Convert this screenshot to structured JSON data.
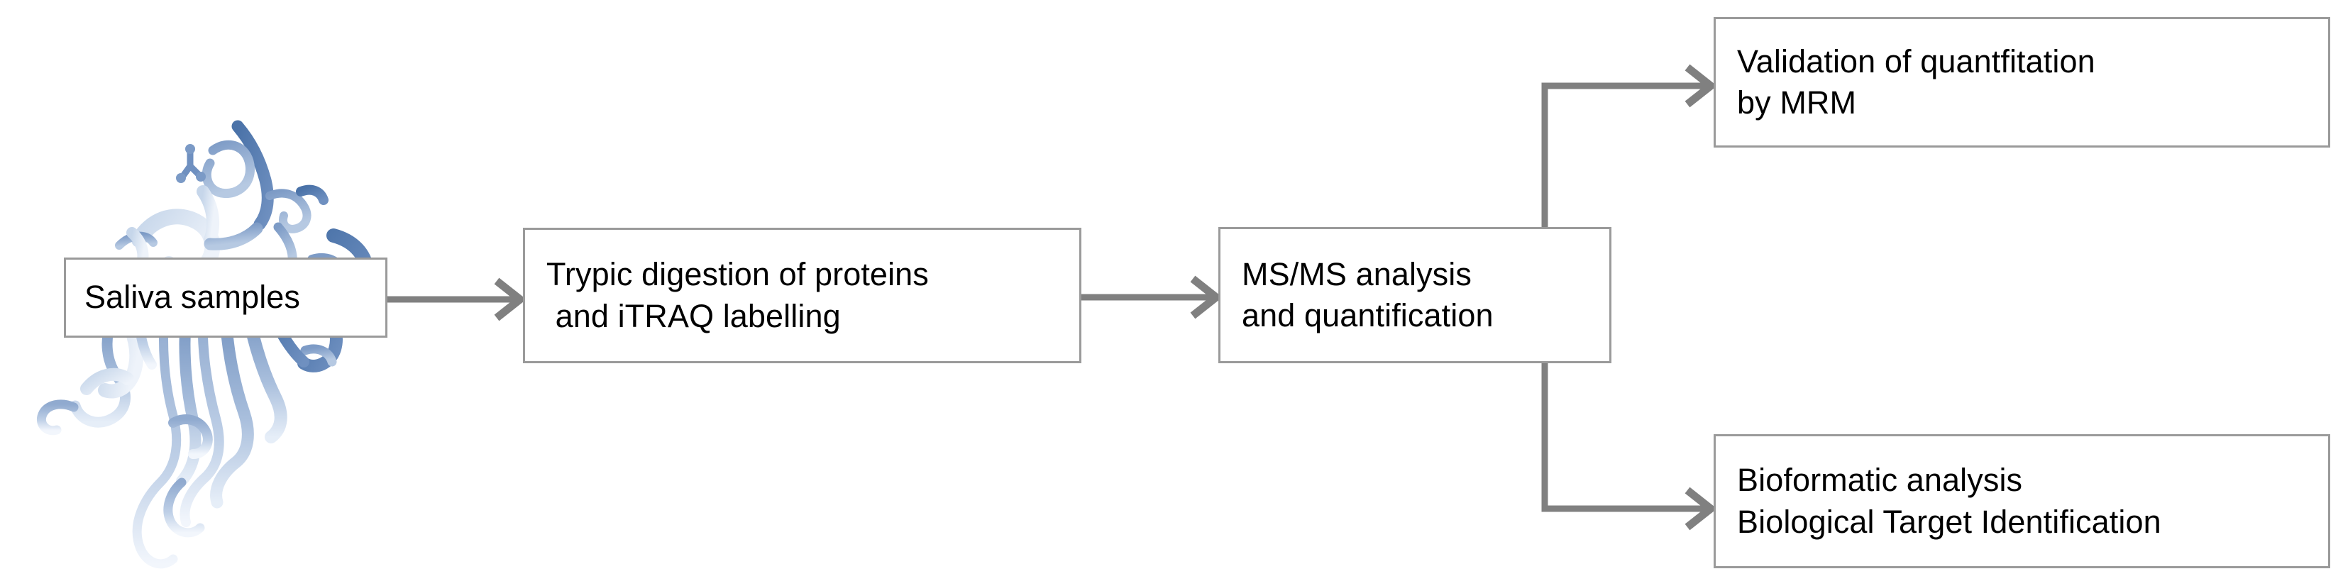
{
  "diagram": {
    "title": "Saliva proteomics experimental workflow",
    "background_color": "#ffffff",
    "line_color": "#808080",
    "box_border_color": "#9a9a9a",
    "text_color": "#000000",
    "protein_colors": {
      "dark_blue": "#4a72a8",
      "mid_blue": "#8fa9cc",
      "light_blue": "#c9d8ea",
      "pale_blue": "#eaf0f8"
    }
  },
  "nodes": {
    "saliva": {
      "name": "Saliva samples",
      "lines": [
        "Saliva samples"
      ]
    },
    "digestion": {
      "name": "Trypic digestion and iTRAQ labelling",
      "lines": [
        "Trypic digestion of proteins",
        " and iTRAQ labelling"
      ]
    },
    "msms": {
      "name": "MS/MS analysis and quantification",
      "lines": [
        "MS/MS analysis",
        "and quantification"
      ]
    },
    "validation": {
      "name": "Validation of quantfitation by MRM",
      "lines": [
        "Validation of quantfitation",
        "by MRM"
      ]
    },
    "bioinfo": {
      "name": "Bioformatic analysis and Biological Target Identification",
      "lines": [
        "Bioformatic analysis",
        "Biological Target Identification"
      ]
    }
  },
  "edges": [
    {
      "id": "saliva-to-digestion",
      "from": "saliva",
      "to": "digestion",
      "style": "straight-arrow"
    },
    {
      "id": "digestion-to-msms",
      "from": "digestion",
      "to": "msms",
      "style": "straight-arrow"
    },
    {
      "id": "msms-to-validation",
      "from": "msms",
      "to": "validation",
      "style": "elbow-up-arrow"
    },
    {
      "id": "msms-to-bioinfo",
      "from": "msms",
      "to": "bioinfo",
      "style": "elbow-down-arrow"
    }
  ],
  "artwork": {
    "protein": {
      "label": "protein-ribbon-structure",
      "description": "Blue cartoon ribbon rendering of a protein tertiary structure"
    }
  }
}
